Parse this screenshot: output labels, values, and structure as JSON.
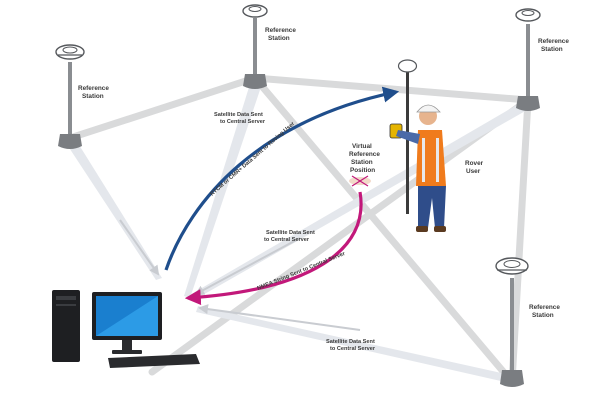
{
  "stations": [
    {
      "id": "station-left",
      "label_lines": [
        "Reference",
        "Station"
      ]
    },
    {
      "id": "station-top",
      "label_lines": [
        "Reference",
        "Station"
      ]
    },
    {
      "id": "station-right",
      "label_lines": [
        "Reference",
        "Station"
      ]
    },
    {
      "id": "station-bottom-right",
      "label_lines": [
        "Reference",
        "Station"
      ]
    }
  ],
  "flows": {
    "satellite_top": {
      "lines": [
        "Satellite Data Sent",
        "to Central Server"
      ]
    },
    "satellite_mid": {
      "lines": [
        "Satellite Data Sent",
        "to Central Server"
      ]
    },
    "satellite_bottom": {
      "lines": [
        "Satellite Data Sent",
        "to Central Server"
      ]
    },
    "rtcm": {
      "text": "RTCM or CMR+ Data Sent to Roving User"
    },
    "nmea": {
      "text": "NMEA String Sent to Central Server"
    }
  },
  "virtual_station": {
    "label_lines": [
      "Virtual",
      "Reference",
      "Station",
      "Position"
    ]
  },
  "rover": {
    "label_lines": [
      "Rover",
      "User"
    ]
  },
  "colors": {
    "network_line": "#d9dadb",
    "data_beam": "#e4e7ec",
    "rtcm_arrow": "#1f4e8c",
    "nmea_arrow": "#c2187a",
    "mast": "#8a8d91",
    "base": "#7a7d81",
    "vest": "#f07b1c",
    "jeans": "#2f4d8a"
  }
}
